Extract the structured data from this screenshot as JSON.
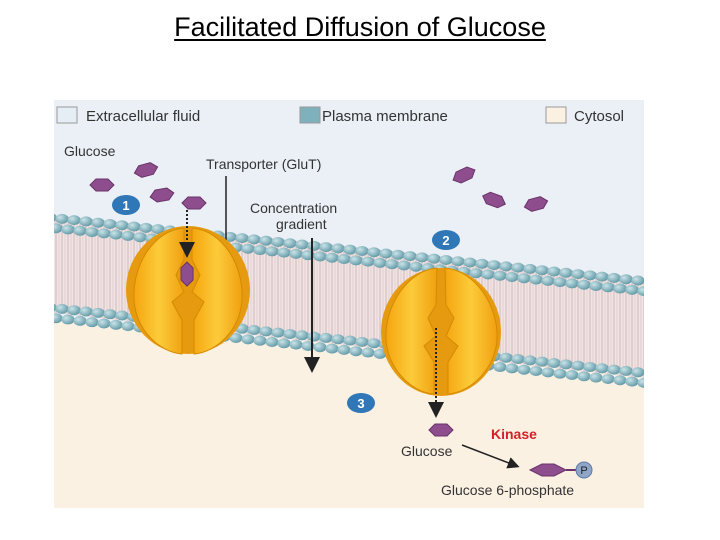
{
  "slide": {
    "title": "Facilitated Diffusion of Glucose"
  },
  "legend": [
    {
      "label": "Extracellular fluid",
      "color": "#e6eef5"
    },
    {
      "label": "Plasma membrane",
      "color": "#7fb1bd"
    },
    {
      "label": "Cytosol",
      "color": "#fbf1e3"
    }
  ],
  "labels": {
    "glucose_top": "Glucose",
    "transporter": "Transporter (GluT)",
    "concentration_line1": "Concentration",
    "concentration_line2": "gradient",
    "glucose_bottom": "Glucose",
    "kinase": "Kinase",
    "glucose6p": "Glucose 6-phosphate",
    "phosphate": "P"
  },
  "steps": [
    "1",
    "2",
    "3"
  ],
  "colors": {
    "glucose": "#8e4e8e",
    "transporter": "#f7b419",
    "step_badge": "#2f77b6",
    "kinase": "#d42027",
    "lipid_head": "#79adb9"
  }
}
